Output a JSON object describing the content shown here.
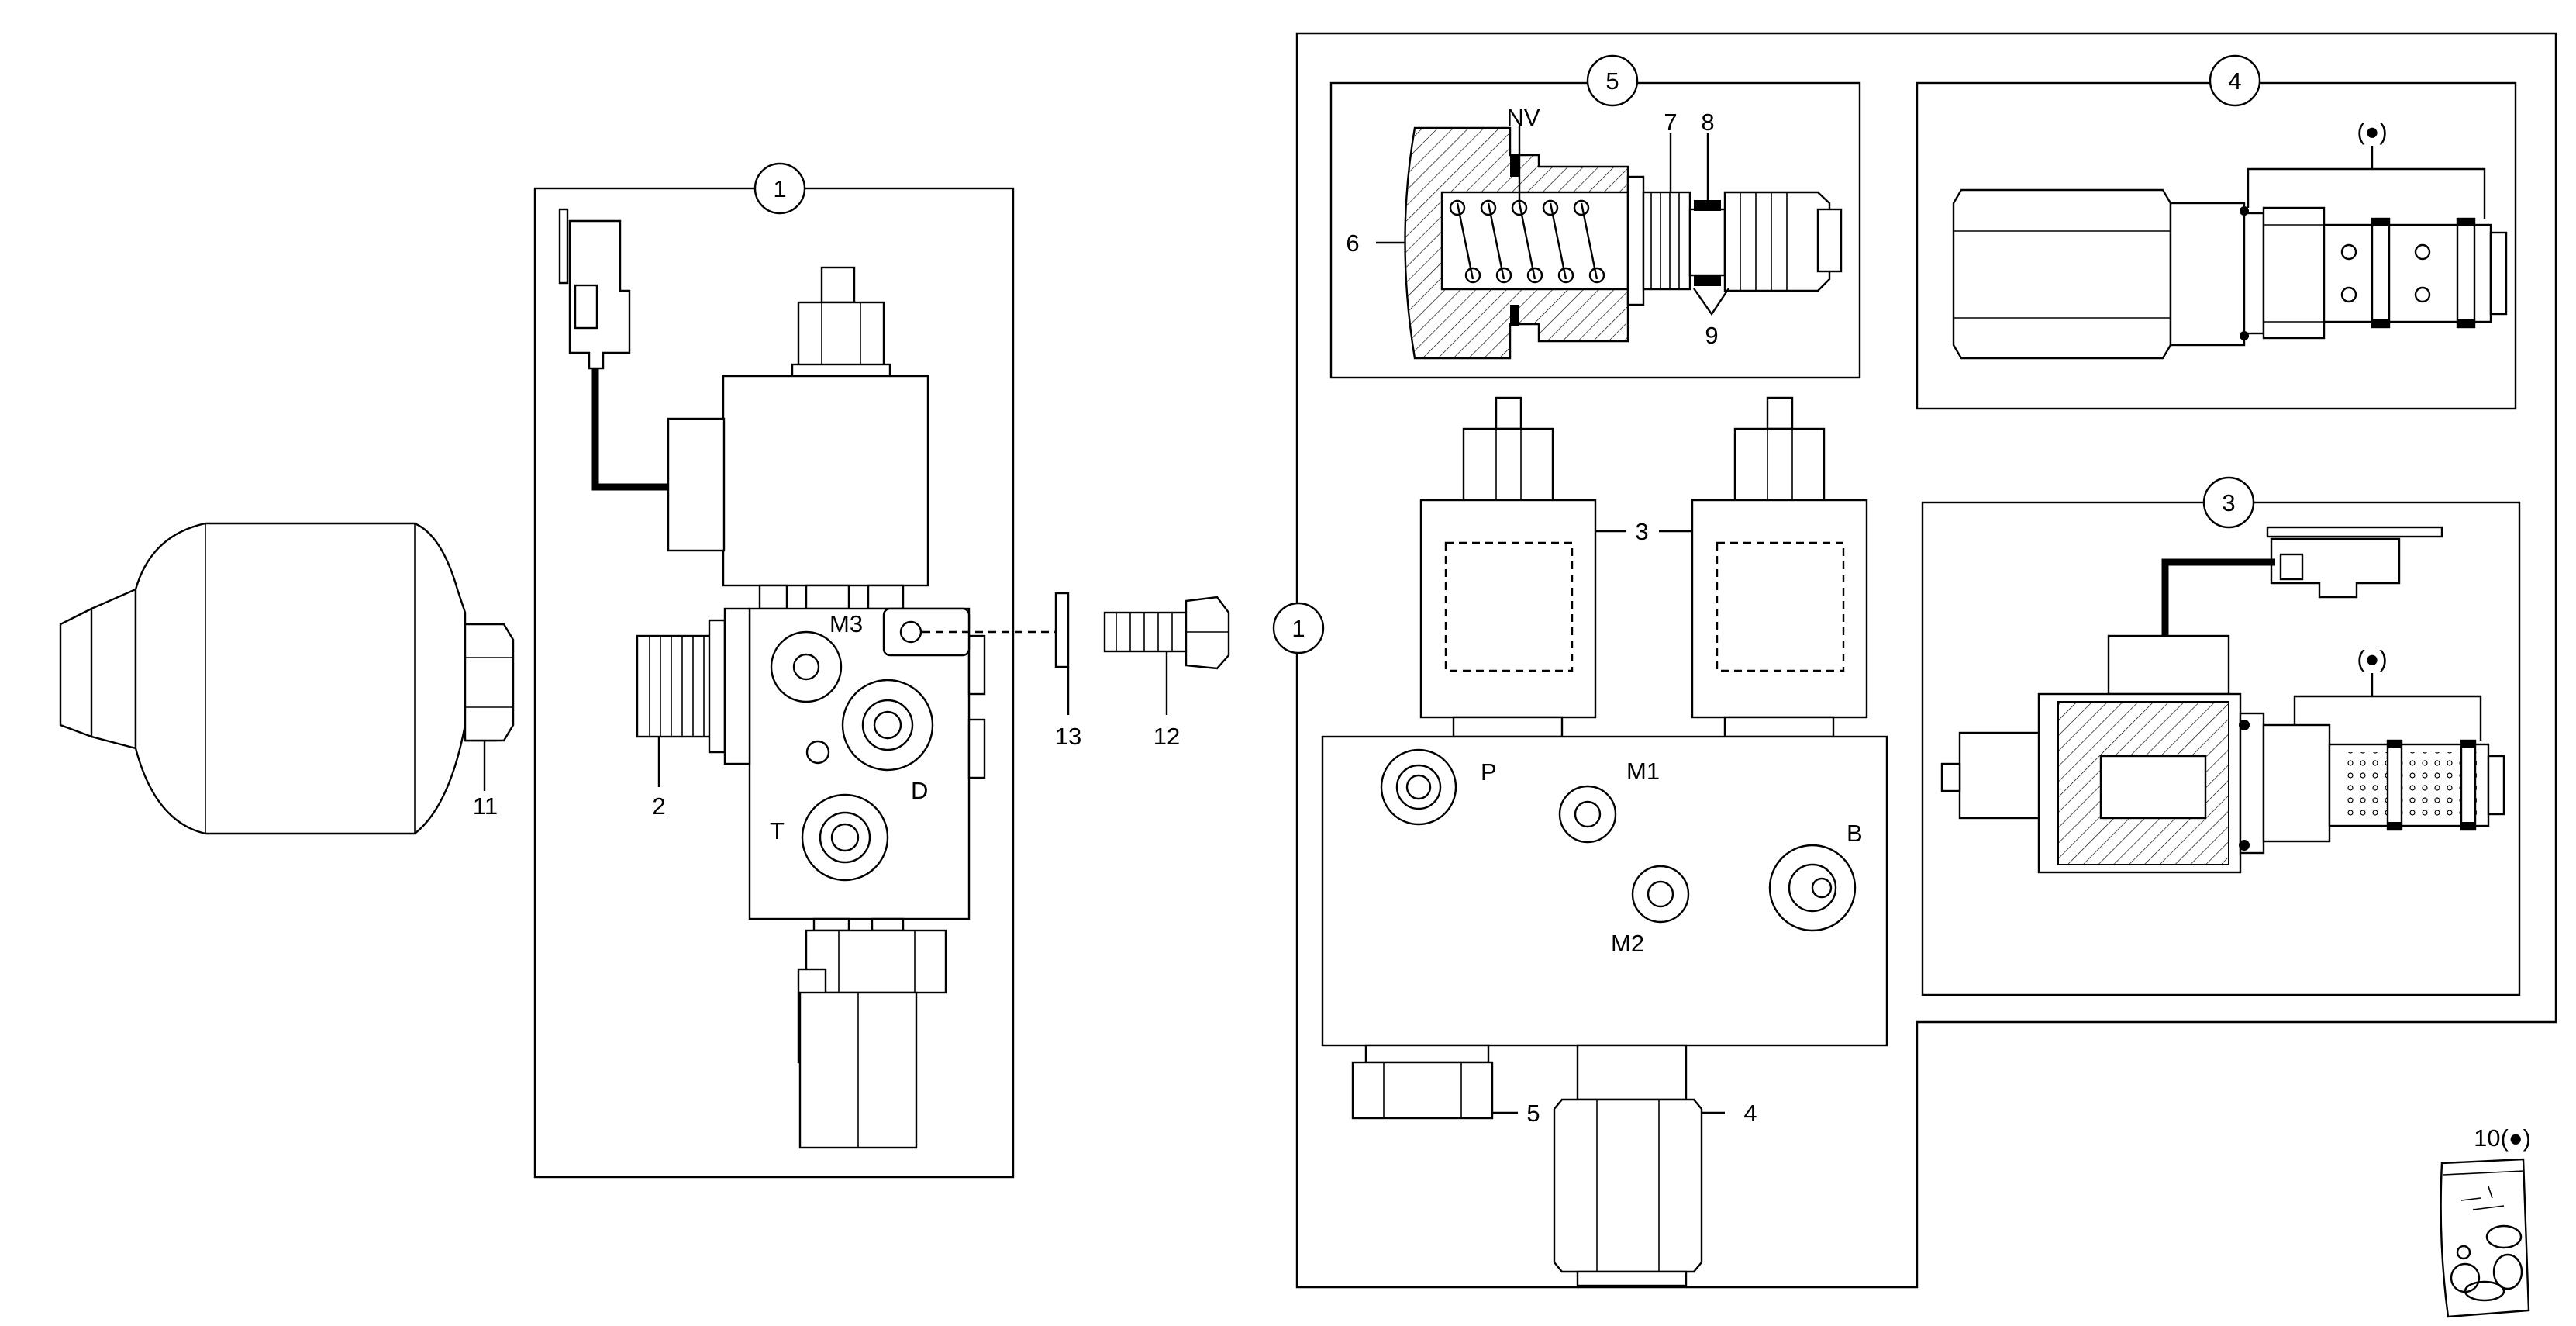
{
  "callouts": {
    "one_left": "1",
    "one_right": "1",
    "two": "2",
    "three_top": "3",
    "three_box": "3",
    "four_box": "4",
    "four_bottom": "4",
    "five_box": "5",
    "five_bottom": "5",
    "six": "6",
    "seven": "7",
    "eight": "8",
    "nine": "9",
    "ten": "10(●)",
    "eleven": "11",
    "twelve": "12",
    "thirteen": "13",
    "nv": "NV",
    "bullet_box4": "(●)",
    "bullet_box3": "(●)"
  },
  "ports": {
    "m3": "M3",
    "d": "D",
    "t": "T",
    "p": "P",
    "m1": "M1",
    "m2": "M2",
    "b": "B"
  }
}
